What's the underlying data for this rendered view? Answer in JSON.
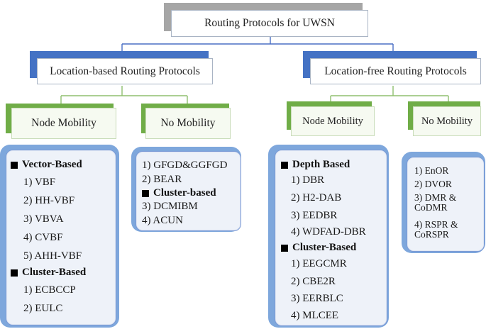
{
  "root": {
    "label": "Routing Protocols for UWSN"
  },
  "categories": [
    {
      "label": "Location-based Routing Protocols"
    },
    {
      "label": "Location-free Routing Protocols"
    }
  ],
  "subcategories": {
    "lb_node_mobility": "Node Mobility",
    "lb_no_mobility": "No Mobility",
    "lf_node_mobility": "Node Mobility",
    "lf_no_mobility": "No Mobility"
  },
  "lists": {
    "lb_node": {
      "vector_heading": "Vector-Based",
      "vector_items": [
        "1) VBF",
        "2) HH-VBF",
        "3) VBVA",
        "4) CVBF",
        "5) AHH-VBF"
      ],
      "cluster_heading": "Cluster-Based",
      "cluster_items": [
        "1) ECBCCP",
        "2) EULC"
      ]
    },
    "lb_no": {
      "items_top": [
        "1) GFGD&GGFGD",
        "2) BEAR"
      ],
      "cluster_heading": "Cluster-based",
      "items_bottom": [
        "3) DCMIBM",
        "4) ACUN"
      ]
    },
    "lf_node": {
      "depth_heading": "Depth Based",
      "depth_items": [
        "1) DBR",
        "2) H2-DAB",
        "3) EEDBR",
        "4) WDFAD-DBR"
      ],
      "cluster_heading": "Cluster-Based",
      "cluster_items": [
        "1) EEGCMR",
        "2) CBE2R",
        "3) EERBLC",
        "4) MLCEE"
      ]
    },
    "lf_no": {
      "items": [
        "1) EnOR",
        "2) DVOR",
        "3) DMR & CoDMR",
        "4) RSPR & CoRSPR"
      ]
    }
  },
  "colors": {
    "root_tab": "#a6a6a6",
    "category_tab": "#4472c4",
    "sub_tab": "#70ad47",
    "connector": "#4472c4",
    "panel_border": "#7a9ad6"
  }
}
